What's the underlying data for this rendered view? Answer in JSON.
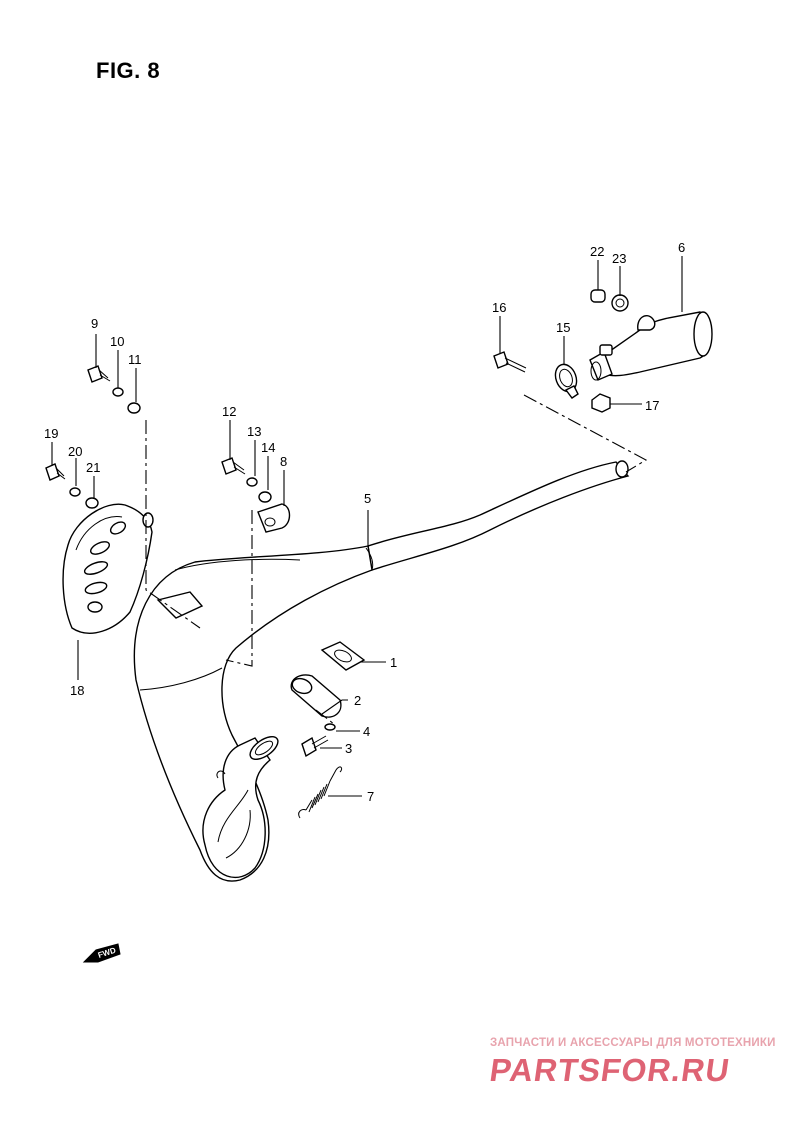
{
  "figure": {
    "title": "FIG. 8"
  },
  "callouts": [
    "1",
    "2",
    "3",
    "4",
    "5",
    "6",
    "7",
    "8",
    "9",
    "10",
    "11",
    "12",
    "13",
    "14",
    "15",
    "16",
    "17",
    "18",
    "19",
    "20",
    "21",
    "22",
    "23"
  ],
  "fwd_label": "FWD",
  "watermark": {
    "top_text": "ЗАПЧАСТИ И АКСЕССУАРЫ ДЛЯ МОТОТЕХНИКИ",
    "logo_text": "PARTSFOR.RU"
  }
}
